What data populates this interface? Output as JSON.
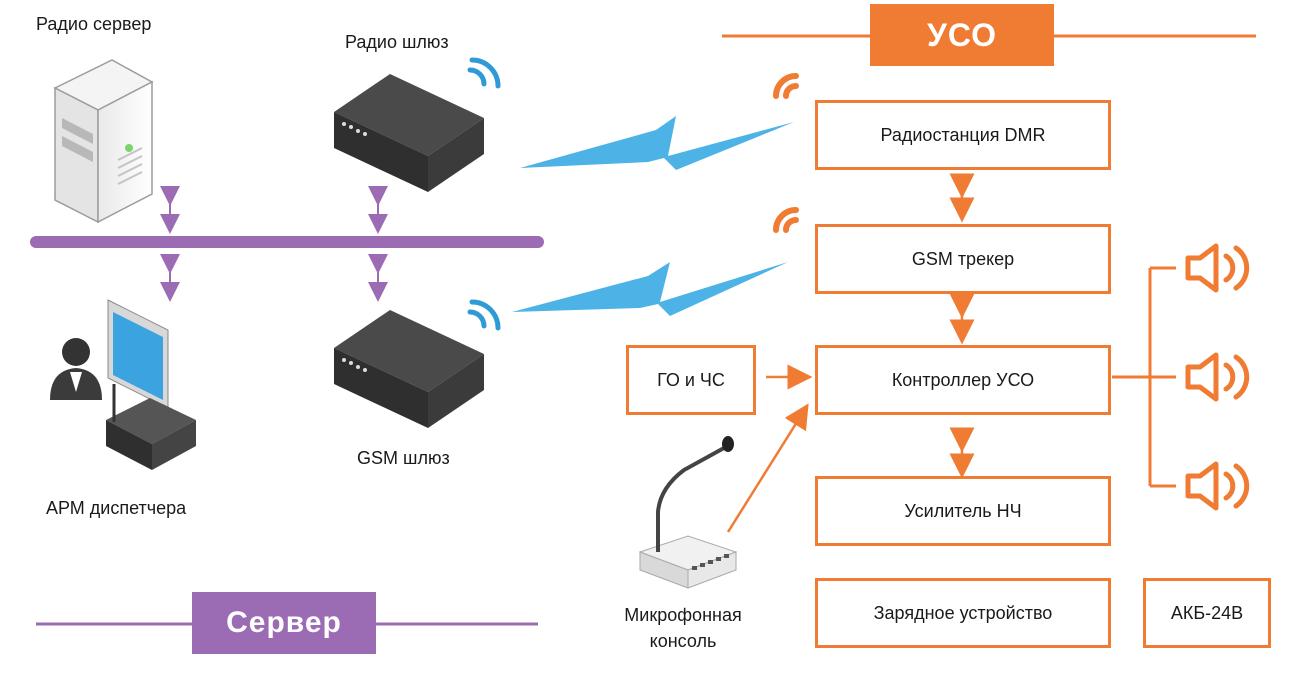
{
  "server_section": {
    "title": "Сервер",
    "radio_server": "Радио сервер",
    "radio_gateway": "Радио шлюз",
    "gsm_gateway": "GSM шлюз",
    "operator_workstation": "АРМ диспетчера"
  },
  "uso_section": {
    "title": "УСО",
    "dmr_radio": "Радиостанция DMR",
    "gsm_tracker": "GSM трекер",
    "uso_controller": "Контроллер УСО",
    "lf_amplifier": "Усилитель НЧ",
    "charger": "Зарядное устройство",
    "battery": "АКБ-24В",
    "go_chs": "ГО и ЧС",
    "mic_console": "Микрофонная консоль"
  },
  "colors": {
    "server_accent": "#9b6bb3",
    "uso_accent": "#f07b32",
    "wireless_link": "#4db3e6"
  },
  "icons": [
    "server-tower-icon",
    "router-icon",
    "wifi-icon",
    "workstation-icon",
    "speaker-icon",
    "microphone-console-icon"
  ]
}
